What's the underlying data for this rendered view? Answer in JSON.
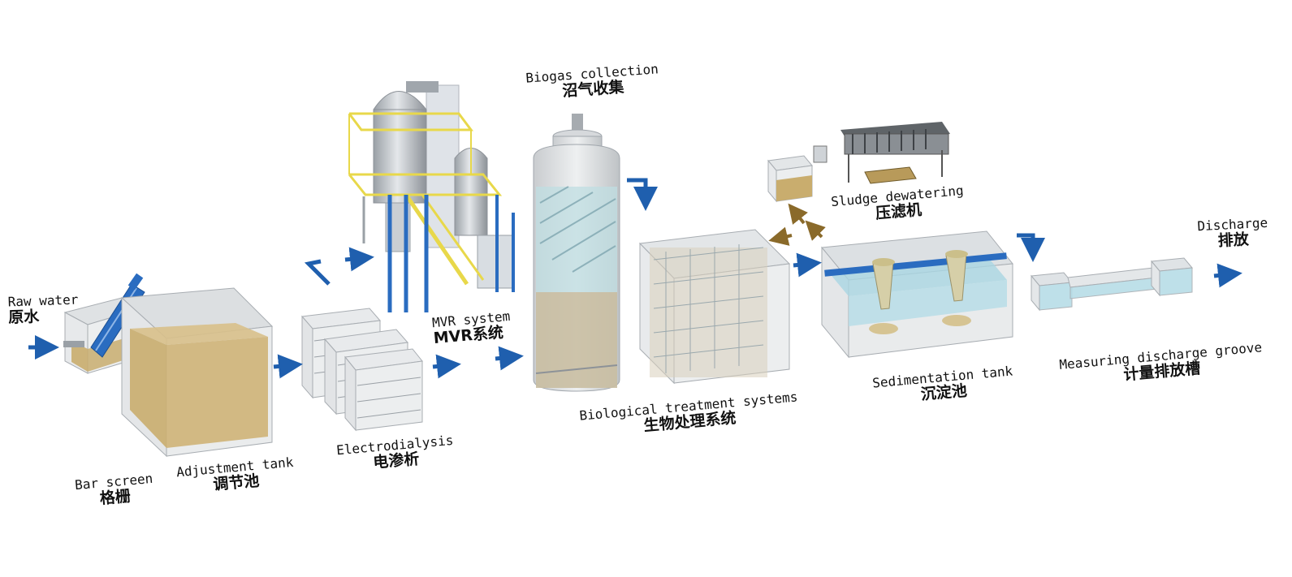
{
  "stages": {
    "raw_water": {
      "en": "Raw water",
      "zh": "原水"
    },
    "bar_screen": {
      "en": "Bar screen",
      "zh": "格栅"
    },
    "adjustment": {
      "en": "Adjustment tank",
      "zh": "调节池"
    },
    "electro": {
      "en": "Electrodialysis",
      "zh": "电渗析"
    },
    "mvr": {
      "en": "MVR system",
      "zh": "MVR系统"
    },
    "biogas": {
      "en": "Biogas collection",
      "zh": "沼气收集"
    },
    "bio": {
      "en": "Biological treatment systems",
      "zh": "生物处理系统"
    },
    "sludge": {
      "en": "Sludge dewatering",
      "zh": "压滤机"
    },
    "sedimentation": {
      "en": "Sedimentation tank",
      "zh": "沉淀池"
    },
    "measuring": {
      "en": "Measuring discharge groove",
      "zh": "计量排放槽"
    },
    "discharge": {
      "en": "Discharge",
      "zh": "排放"
    }
  },
  "colors": {
    "flow_arrow": "#1f5fae",
    "sludge_arrow": "#8a6a2a",
    "sludge_fill": "#c9ad6e",
    "water_fill": "#a9d6e2",
    "tank_glass": "#e6e8ea",
    "steel_yellow": "#e8d84a",
    "steel_blue": "#2a6cc0"
  }
}
